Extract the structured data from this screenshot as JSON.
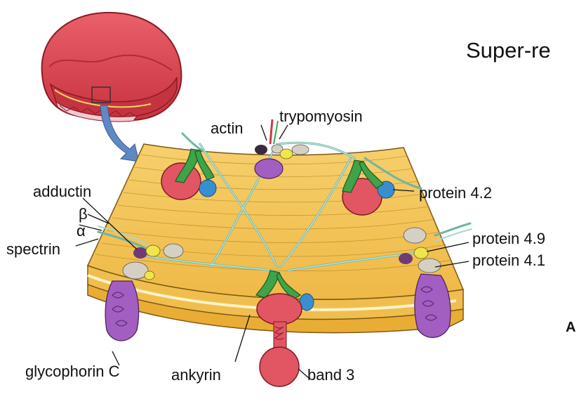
{
  "slide": {
    "title": "Super-re",
    "figure_letter": "A"
  },
  "labels": {
    "actin": "actin",
    "trypomyosin": "trypomyosin",
    "adductin": "adductin",
    "beta": "β",
    "alpha": "α",
    "spectrin": "spectrin",
    "protein_42": "protein 4.2",
    "protein_49": "protein 4.9",
    "protein_41": "protein 4.1",
    "glycophorin_c": "glycophorin C",
    "ankyrin": "ankyrin",
    "band_3": "band 3"
  },
  "colors": {
    "cell": "#d9414f",
    "membrane": "#f2c15a",
    "ankyrin": "#3fa34a",
    "band3": "#e25563",
    "glycophorin": "#a35ec2",
    "protein42": "#3a8ed0",
    "spectrin": "#8fcfc0",
    "arrow": "#4d78b8"
  }
}
